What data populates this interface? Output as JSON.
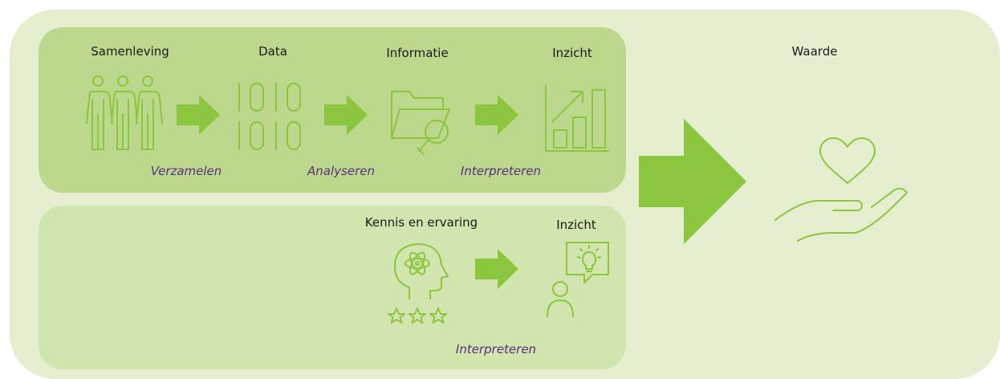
{
  "colors": {
    "outer_bg": "#e5efd0",
    "top_panel_bg": "#bcd88c",
    "bottom_panel_bg": "#d1e5ae",
    "accent": "#8cc63f",
    "action_text": "#5b2e7c"
  },
  "top_flow": {
    "stages": [
      {
        "label": "Samenleving",
        "icon": "people-icon"
      },
      {
        "label": "Data",
        "icon": "binary-data-icon"
      },
      {
        "label": "Informatie",
        "icon": "folder-search-icon"
      },
      {
        "label": "Inzicht",
        "icon": "bar-chart-growth-icon"
      }
    ],
    "actions": [
      "Verzamelen",
      "Analyseren",
      "Interpreteren"
    ]
  },
  "bottom_flow": {
    "stages": [
      {
        "label": "Kennis en ervaring",
        "icon": "head-atom-stars-icon"
      },
      {
        "label": "Inzicht",
        "icon": "person-lightbulb-icon"
      }
    ],
    "actions": [
      "Interpreteren"
    ]
  },
  "result": {
    "label": "Waarde",
    "icon": "heart-hand-icon"
  }
}
